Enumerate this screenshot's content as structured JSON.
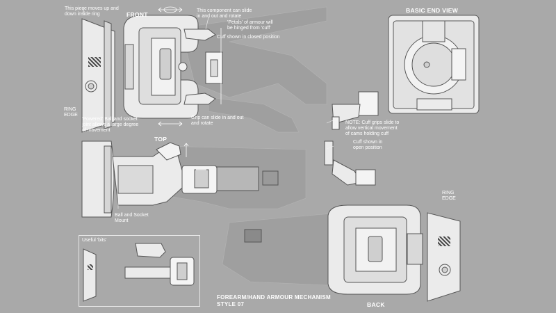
{
  "sheet": {
    "title_line1": "FOREARM/HAND ARMOUR MECHANISM",
    "title_line2": "STYLE 07"
  },
  "views": {
    "front": "FRONT",
    "top": "TOP",
    "basic_end_view": "BASIC END VIEW",
    "back": "BACK"
  },
  "annotations": {
    "moves_ring": "This piece moves up and\ndown inside ring",
    "component_slide": "This component can slide\nin and out and rotate",
    "petals": "'Petals' of armour will\nbe hinged from 'cuff'",
    "cuff_closed": "Cuff shown in closed position",
    "ring_edge_left": "RING\nEDGE",
    "powered_ball": "'Powered' Ball and socket\njoint allows a large degree\nof movement",
    "grip_slide": "Grip can slide in and out\nand rotate",
    "cuff_grips_note": "NOTE: Cuff grips slide to\nallow vertical movement\nof cams holding cuff",
    "cuff_open": "Cuff shown in\nopen position",
    "ball_socket_mount": "Ball and Socket\nMount",
    "ring_edge_right": "RING\nEDGE",
    "useful_bits": "Useful 'bits'"
  }
}
